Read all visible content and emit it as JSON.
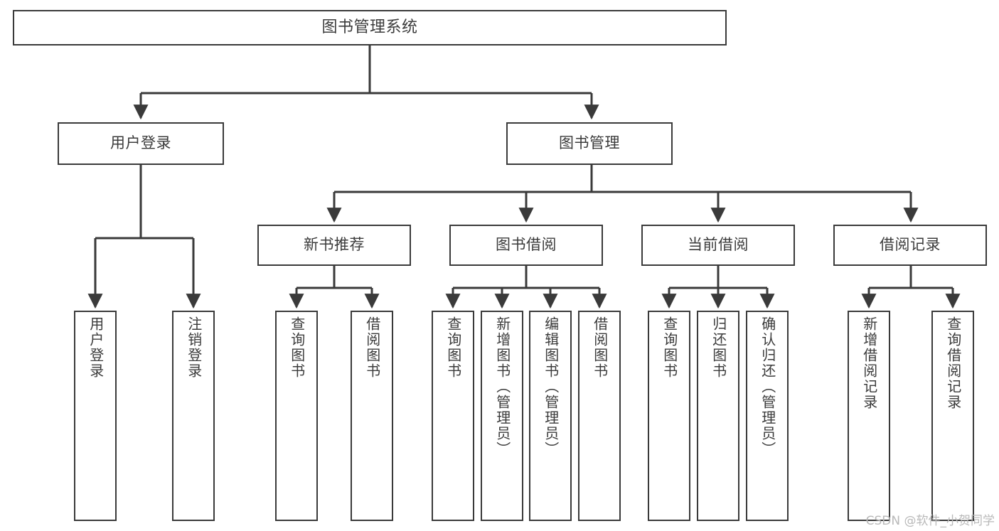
{
  "diagram": {
    "title": "图书管理系统",
    "type": "功能结构图",
    "watermark": "CSDN @软件_小贺同学",
    "colors": {
      "box_border": "#3a3a3a",
      "box_fill": "#ffffff",
      "edge": "#3a3a3a",
      "text": "#3b3b3b",
      "watermark": "#b9b9b9",
      "background": "#ffffff"
    },
    "nodes": {
      "root": {
        "label": "图书管理系统"
      },
      "level2": [
        {
          "id": "user-login",
          "label": "用户登录"
        },
        {
          "id": "book-manage",
          "label": "图书管理"
        }
      ],
      "level3": [
        {
          "id": "new-book-recommend",
          "label": "新书推荐"
        },
        {
          "id": "book-borrow",
          "label": "图书借阅"
        },
        {
          "id": "current-borrow",
          "label": "当前借阅"
        },
        {
          "id": "borrow-record",
          "label": "借阅记录"
        }
      ],
      "leaves": [
        {
          "id": "leaf-user-login",
          "label": "用户登录",
          "parent": "user-login"
        },
        {
          "id": "leaf-logout-login",
          "label": "注销登录",
          "parent": "user-login"
        },
        {
          "id": "leaf-query-book-1",
          "label": "查询图书",
          "parent": "new-book-recommend"
        },
        {
          "id": "leaf-borrow-book-1",
          "label": "借阅图书",
          "parent": "new-book-recommend"
        },
        {
          "id": "leaf-query-book-2",
          "label": "查询图书",
          "parent": "book-borrow"
        },
        {
          "id": "leaf-add-book",
          "label": "新增图书（管理员）",
          "parent": "book-borrow"
        },
        {
          "id": "leaf-edit-book",
          "label": "编辑图书（管理员）",
          "parent": "book-borrow"
        },
        {
          "id": "leaf-borrow-book-2",
          "label": "借阅图书",
          "parent": "book-borrow"
        },
        {
          "id": "leaf-query-book-3",
          "label": "查询图书",
          "parent": "current-borrow"
        },
        {
          "id": "leaf-return-book",
          "label": "归还图书",
          "parent": "current-borrow"
        },
        {
          "id": "leaf-confirm-return",
          "label": "确认归还（管理员）",
          "parent": "current-borrow"
        },
        {
          "id": "leaf-add-record",
          "label": "新增借阅记录",
          "parent": "borrow-record"
        },
        {
          "id": "leaf-query-record",
          "label": "查询借阅记录",
          "parent": "borrow-record"
        }
      ]
    }
  }
}
